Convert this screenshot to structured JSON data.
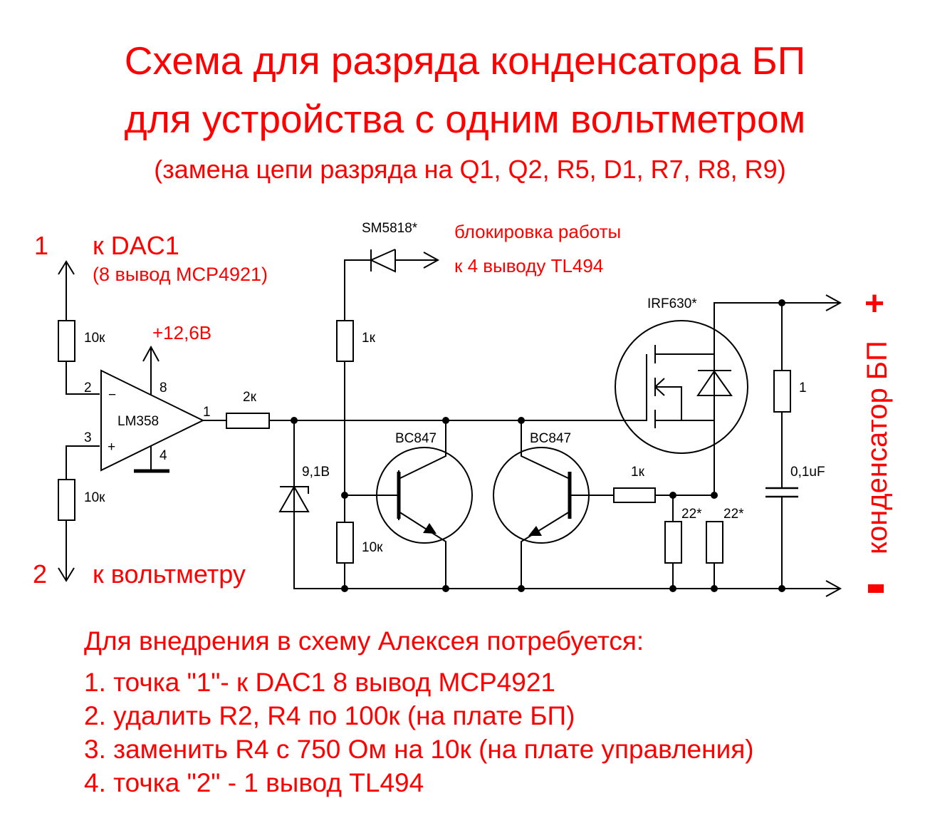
{
  "title": {
    "line1": "Схема для разряда конденсатора БП",
    "line2": "для устройства с одним вольтметром",
    "subtitle": "(замена цепи разряда на Q1, Q2, R5, D1, R7, R8, R9)"
  },
  "labels": {
    "point1": "1",
    "point1_desc": "к DAC1",
    "point1_pin": "(8 вывод MCP4921)",
    "point2": "2",
    "point2_desc": "к вольтметру",
    "supply": "+12,6В",
    "block1": "блокировка работы",
    "block2": "к 4 выводу TL494",
    "cap_label": "конденсатор БП",
    "plus": "+",
    "minus": "-"
  },
  "components": {
    "r_top": "10к",
    "r_bottom": "10к",
    "opamp": "LM358",
    "pin2": "2",
    "pin3": "3",
    "pin8": "8",
    "pin4": "4",
    "pin1": "1",
    "minus_in": "−",
    "plus_in": "+",
    "r_out": "2к",
    "zener": "9,1В",
    "diode": "SM5818*",
    "r_1k_top": "1к",
    "r_10k": "10к",
    "q1": "BC847",
    "q2": "BC847",
    "r_1k_base": "1к",
    "r22a": "22*",
    "r22b": "22*",
    "mosfet": "IRF630*",
    "r_snub": "1",
    "cap": "0,1uF"
  },
  "notes": {
    "heading": "Для внедрения в схему Алексея потребуется:",
    "items": [
      "1. точка \"1\"- к DAC1 8 вывод MCP4921",
      "2. удалить R2, R4 по 100к (на плате БП)",
      "3. заменить R4 с 750 Ом на 10к (на плате управления)",
      "4. точка \"2\" - 1 вывод TL494"
    ]
  },
  "colors": {
    "text": "#ff0000",
    "wire": "#000000"
  }
}
